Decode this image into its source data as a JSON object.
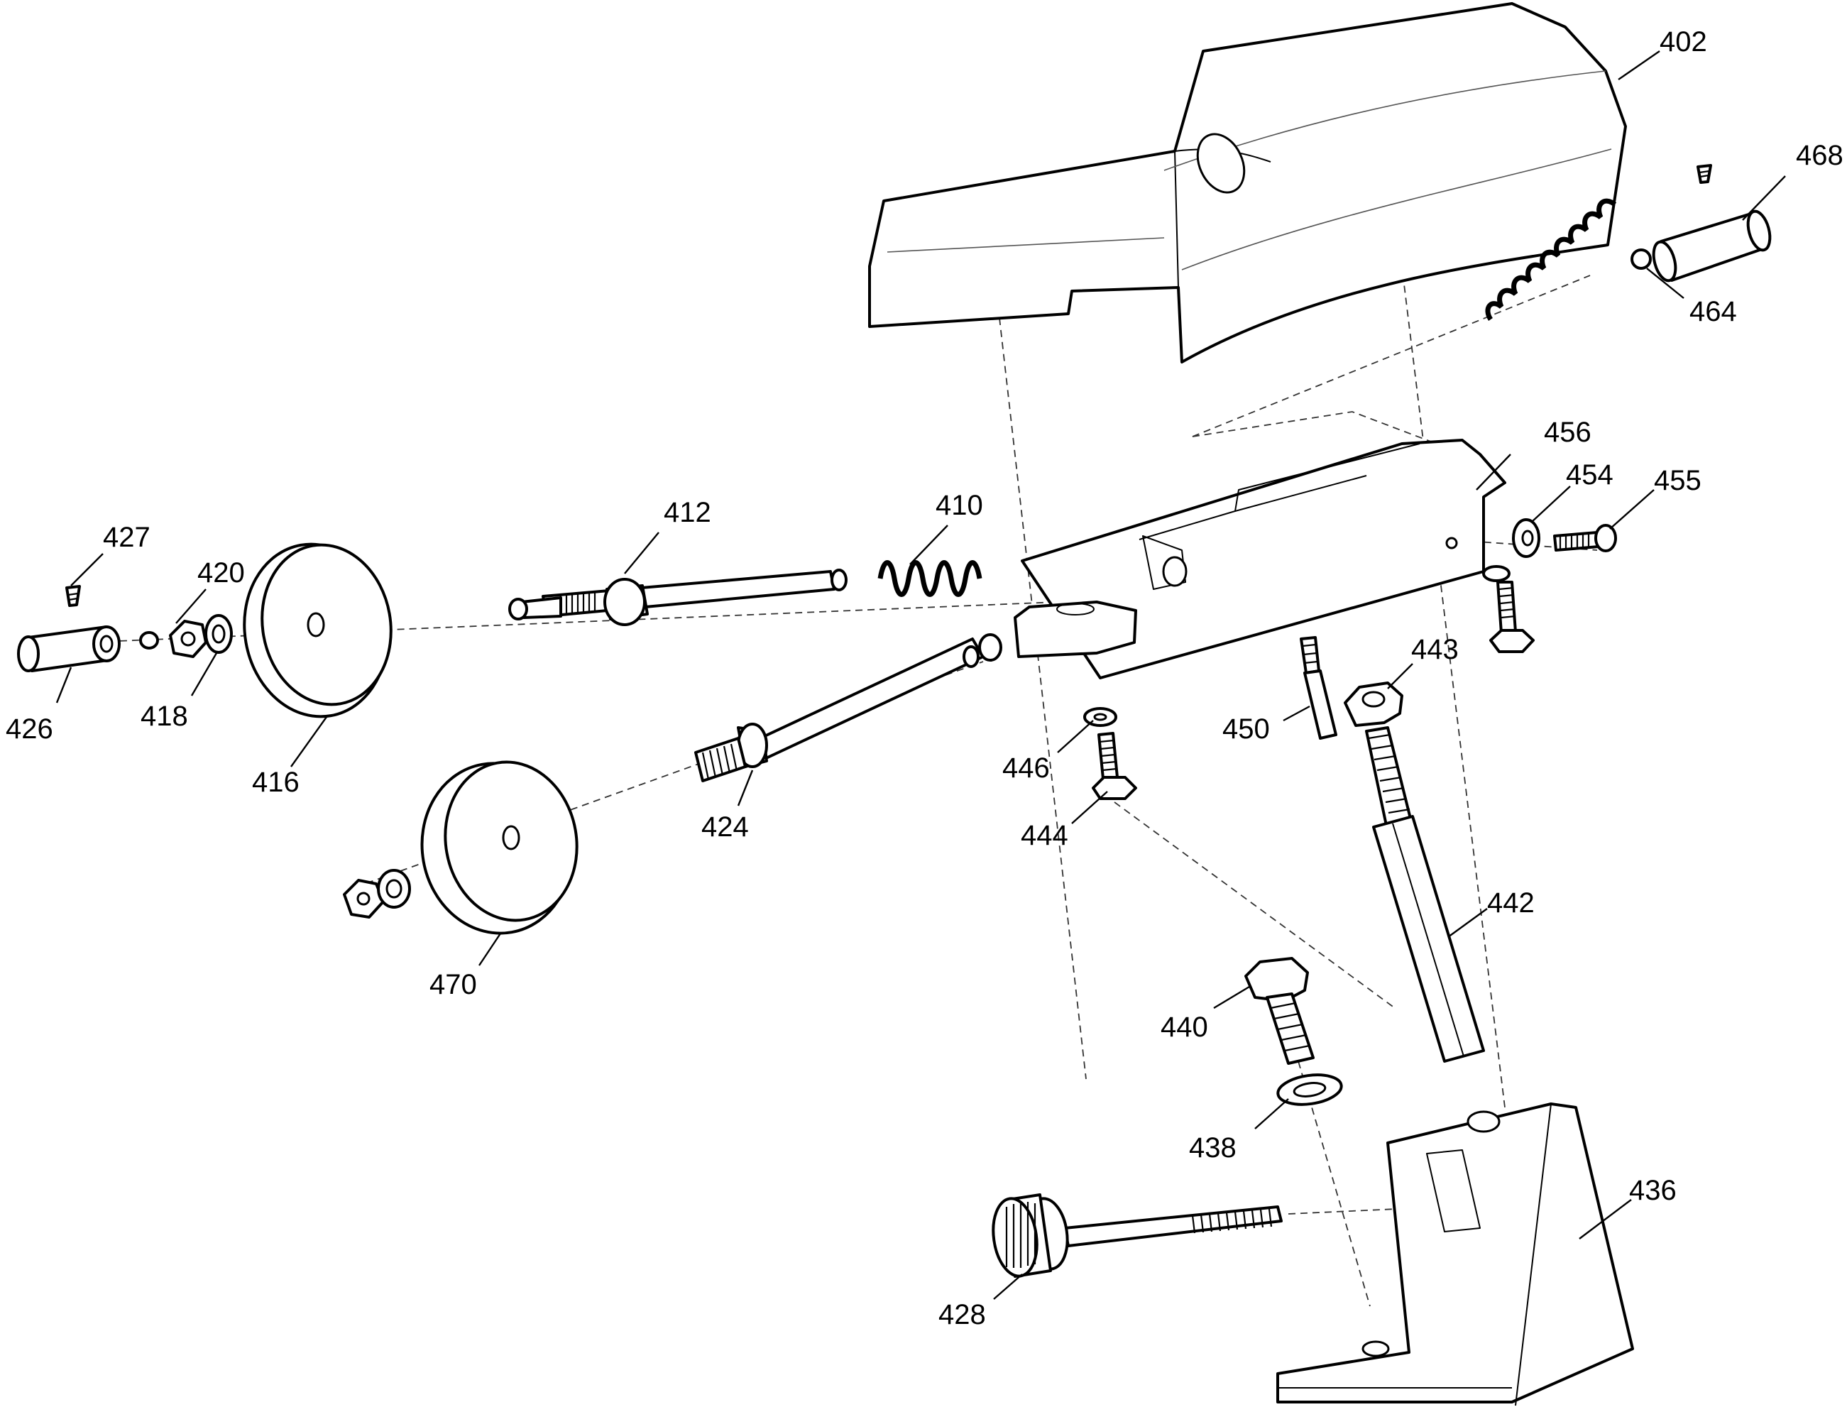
{
  "callouts": {
    "p402": "402",
    "p468": "468",
    "p464": "464",
    "p456": "456",
    "p454": "454",
    "p455": "455",
    "p412": "412",
    "p410": "410",
    "p427": "427",
    "p420": "420",
    "p426": "426",
    "p418": "418",
    "p416": "416",
    "p424": "424",
    "p446": "446",
    "p444": "444",
    "p450": "450",
    "p443": "443",
    "p442": "442",
    "p470": "470",
    "p440": "440",
    "p438": "438",
    "p436": "436",
    "p428": "428"
  }
}
